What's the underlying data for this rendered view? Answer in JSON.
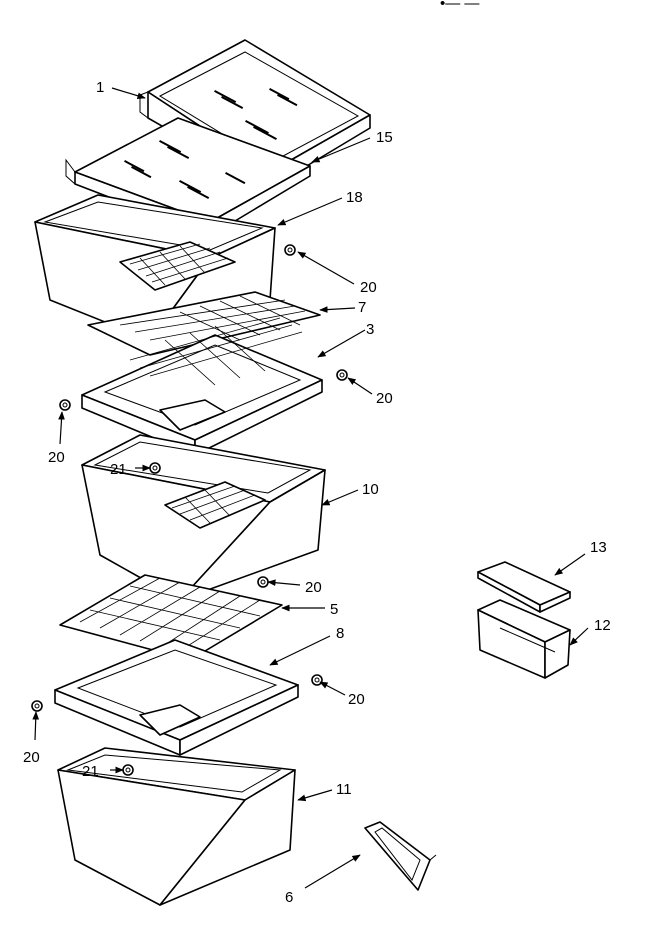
{
  "header_fragment": "•—   —",
  "callouts": [
    {
      "id": "c1",
      "text": "1"
    },
    {
      "id": "c15",
      "text": "15"
    },
    {
      "id": "c18",
      "text": "18"
    },
    {
      "id": "c20a",
      "text": "20"
    },
    {
      "id": "c7",
      "text": "7"
    },
    {
      "id": "c3",
      "text": "3"
    },
    {
      "id": "c20b",
      "text": "20"
    },
    {
      "id": "c20c",
      "text": "20"
    },
    {
      "id": "c21a",
      "text": "21"
    },
    {
      "id": "c10",
      "text": "10"
    },
    {
      "id": "c20d",
      "text": "20"
    },
    {
      "id": "c5",
      "text": "5"
    },
    {
      "id": "c8",
      "text": "8"
    },
    {
      "id": "c20e",
      "text": "20"
    },
    {
      "id": "c20f",
      "text": "20"
    },
    {
      "id": "c21b",
      "text": "21"
    },
    {
      "id": "c11",
      "text": "11"
    },
    {
      "id": "c13",
      "text": "13"
    },
    {
      "id": "c12",
      "text": "12"
    },
    {
      "id": "c6",
      "text": "6"
    }
  ]
}
